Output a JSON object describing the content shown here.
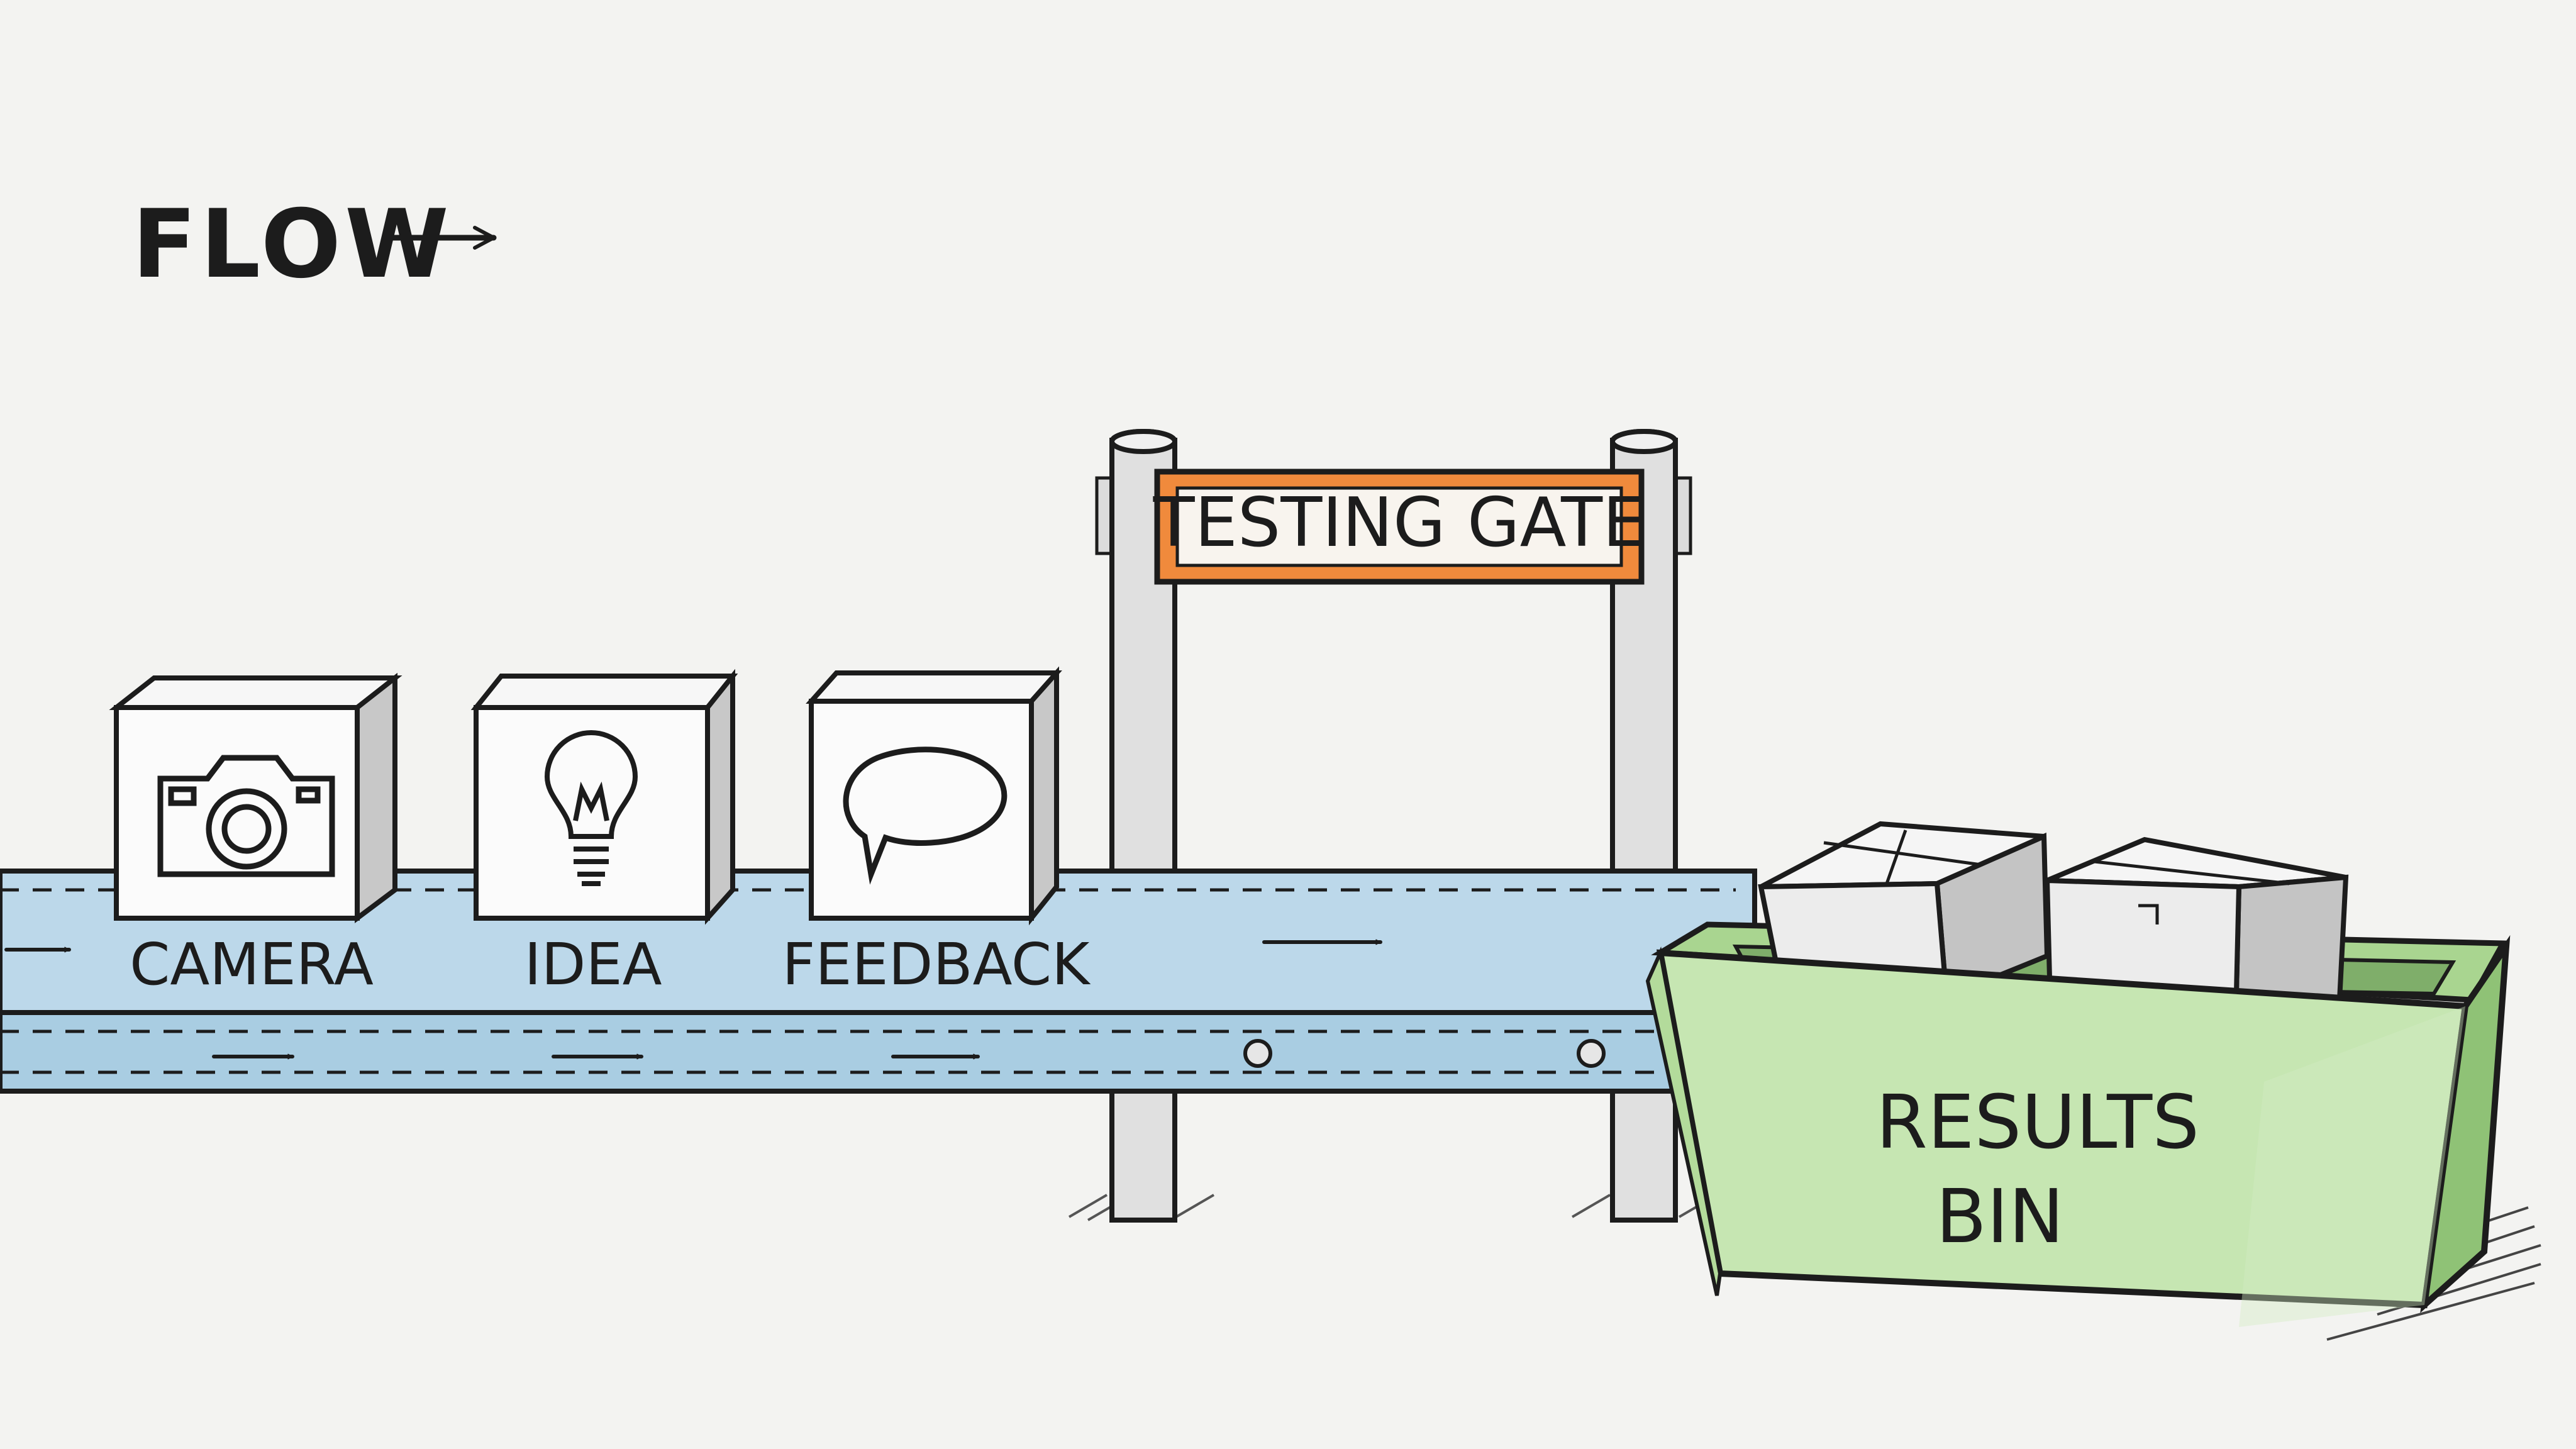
{
  "flow_label": "FLOW",
  "gate_sign": "TESTING GATE",
  "items": [
    {
      "icon": "camera-icon",
      "label": "CAMERA"
    },
    {
      "icon": "lightbulb-icon",
      "label": "IDEA"
    },
    {
      "icon": "speech-bubble-icon",
      "label": "FEEDBACK"
    }
  ],
  "bin": {
    "line1": "RESULTS",
    "line2": "BIN"
  },
  "colors": {
    "belt": "#bcd8ea",
    "sign": "#f08a3c",
    "bin": "#c6e6b2",
    "ink": "#1c1c1c",
    "paper": "#f3f3f1"
  }
}
